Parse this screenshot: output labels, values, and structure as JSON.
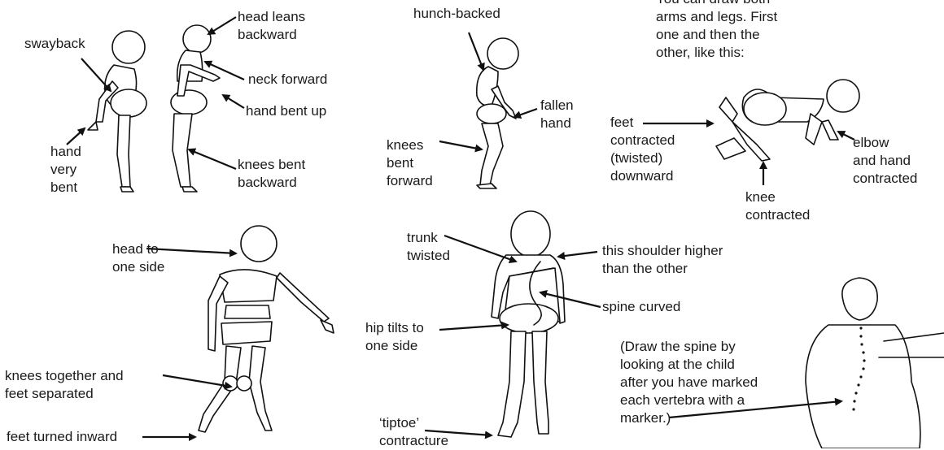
{
  "labels": {
    "swayback": "swayback",
    "head_leans": "head leans\nbackward",
    "neck_forward": "neck forward",
    "hand_bent_up": "hand bent up",
    "hand_very_bent": "hand\nvery\nbent",
    "knees_bent_backward": "knees bent\nbackward",
    "hunch_backed": "hunch-backed",
    "fallen_hand": "fallen\nhand",
    "knees_bent_forward": "knees\nbent\nforward",
    "both_arms_legs": "You can draw both\narms and legs. First\none and then the\nother, like this:",
    "feet_contracted": "feet\ncontracted\n(twisted)\ndownward",
    "elbow_hand": "elbow\nand hand\ncontracted",
    "knee_contracted": "knee\ncontracted",
    "head_to_one_side": "head to\none side",
    "knees_together": "knees together and\nfeet separated",
    "feet_turned_inward": "feet turned inward",
    "trunk_twisted": "trunk\ntwisted",
    "shoulder_higher": "this shoulder higher\nthan the other",
    "spine_curved": "spine curved",
    "hip_tilts": "hip tilts to\none side",
    "tiptoe": "‘tiptoe’\ncontracture",
    "draw_spine": "(Draw the spine by\nlooking at the child\nafter you have marked\neach vertebra with a\nmarker.)"
  }
}
